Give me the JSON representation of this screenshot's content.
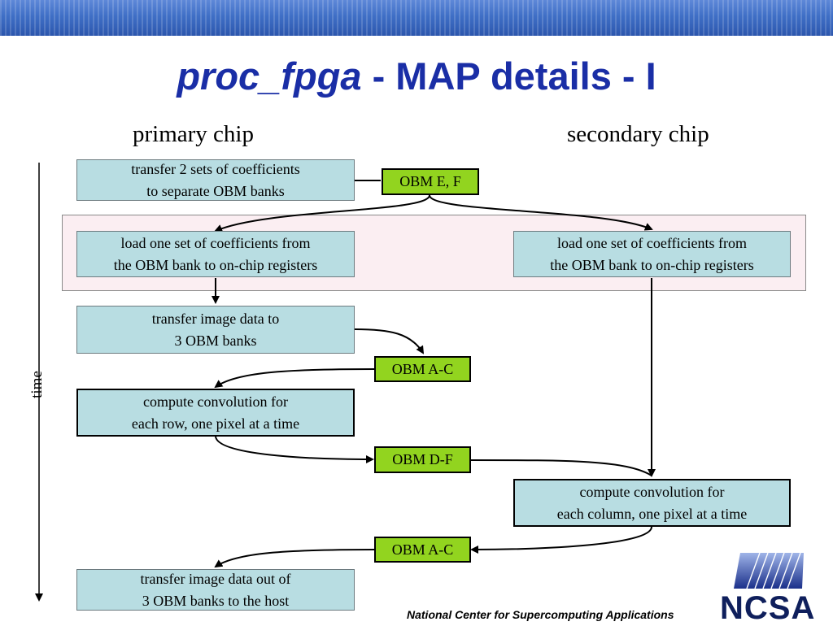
{
  "slide": {
    "title_italic": "proc_fpga",
    "title_rest": " - MAP details - I",
    "col_primary": "primary chip",
    "col_secondary": "secondary chip",
    "time_label": "time",
    "footer": "National Center for Supercomputing Applications",
    "logo_text": "NCSA"
  },
  "boxes": {
    "b1": [
      "transfer 2 sets of coefficients",
      "to separate OBM banks"
    ],
    "b2": [
      "load one set of coefficients from",
      "the OBM bank to on-chip registers"
    ],
    "b3": [
      "load one set of coefficients from",
      "the OBM bank to on-chip registers"
    ],
    "b4": [
      "transfer image data to",
      "3 OBM banks"
    ],
    "b5": [
      "compute convolution for",
      "each row, one pixel at a time"
    ],
    "b6": [
      "compute convolution for",
      "each column, one pixel at a time"
    ],
    "b7": [
      "transfer image data out of",
      "3 OBM banks to the host"
    ]
  },
  "obm": {
    "o1": "OBM E, F",
    "o2": "OBM A-C",
    "o3": "OBM D-F",
    "o4": "OBM A-C"
  },
  "colors": {
    "title": "#1a2ea6",
    "box_fill": "#b8dde2",
    "obm_fill": "#92d41f",
    "band_fill": "#fbeef2",
    "topbar": "#3f6fc6"
  }
}
